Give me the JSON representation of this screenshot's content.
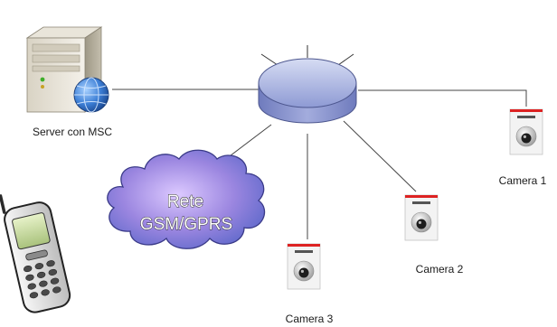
{
  "server": {
    "label": "Server con MSC",
    "icon": "server-globe-icon"
  },
  "hub": {
    "icon": "network-hub-icon"
  },
  "cloud": {
    "line1": "Rete",
    "line2": "GSM/GPRS",
    "icon": "cloud-icon",
    "color": "#9b86e0"
  },
  "phone": {
    "icon": "mobile-phone-icon"
  },
  "cameras": [
    {
      "label": "Camera 1",
      "icon": "ip-camera-icon"
    },
    {
      "label": "Camera 2",
      "icon": "ip-camera-icon"
    },
    {
      "label": "Camera 3",
      "icon": "ip-camera-icon"
    }
  ]
}
